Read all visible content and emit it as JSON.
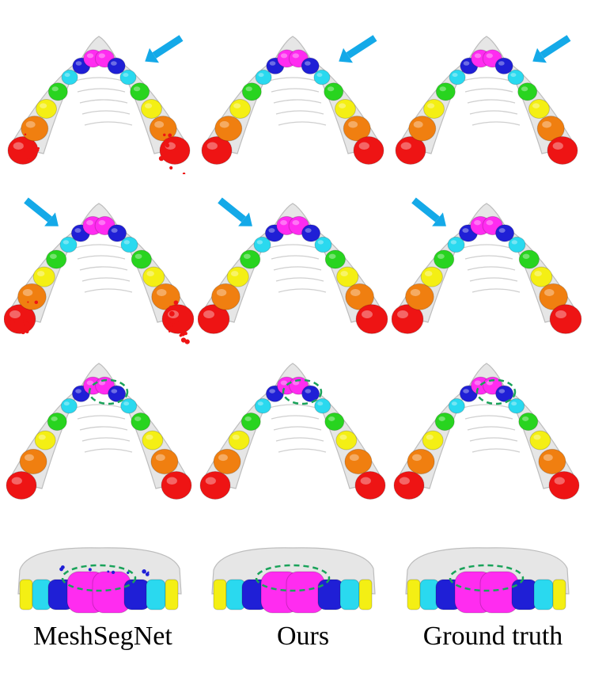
{
  "figure": {
    "columns": [
      {
        "id": "meshsegnet",
        "label": "MeshSegNet"
      },
      {
        "id": "ours",
        "label": "Ours"
      },
      {
        "id": "ground_truth",
        "label": "Ground truth"
      }
    ],
    "rows": [
      {
        "view": "top-arch",
        "annotation": "arrow"
      },
      {
        "view": "top-arch",
        "annotation": "arrow"
      },
      {
        "view": "front-arch",
        "annotation": "dashed-ellipse"
      },
      {
        "view": "frontal",
        "annotation": "dashed-ellipse"
      }
    ],
    "colors": {
      "gum": "#e6e6e6",
      "gum_edge": "#bdbdbd",
      "incisor": "#ff2cf0",
      "lateral": "#1f1fd6",
      "canine": "#2ad9ef",
      "premolar1": "#28d41f",
      "premolar2": "#f4ef14",
      "molar1": "#f07f10",
      "molar2": "#ee1414",
      "arrow": "#14a9e8",
      "ellipse": "#1aa35a"
    }
  }
}
